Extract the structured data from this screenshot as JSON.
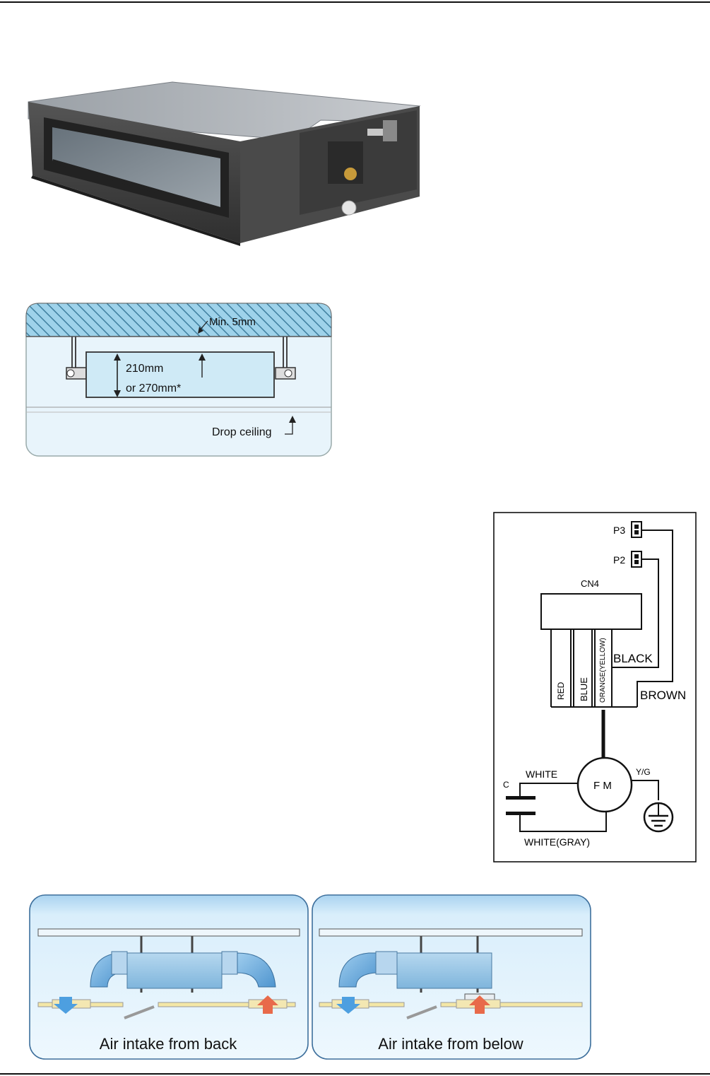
{
  "install_clearance": {
    "min_gap": "Min. 5mm",
    "height_line1": "210mm",
    "height_line2": "or 270mm*",
    "drop_ceiling": "Drop ceiling"
  },
  "wiring": {
    "p3": "P3",
    "p2": "P2",
    "cn4": "CN4",
    "red": "RED",
    "blue": "BLUE",
    "orange": "ORANGE(YELLOW)",
    "black": "BLACK",
    "brown": "BROWN",
    "white": "WHITE",
    "c": "C",
    "fm": "F M",
    "yg": "Y/G",
    "white_gray": "WHITE(GRAY)"
  },
  "air_intake": {
    "back_label": "Air intake from back",
    "below_label": "Air intake from below"
  },
  "colors": {
    "panel_blue": "#cfe6f7",
    "panel_blue_dark": "#7fb3dc",
    "arrow_blue": "#4d9fe0",
    "arrow_red": "#e86a4a",
    "duct_yellow": "#f4e7a6"
  }
}
